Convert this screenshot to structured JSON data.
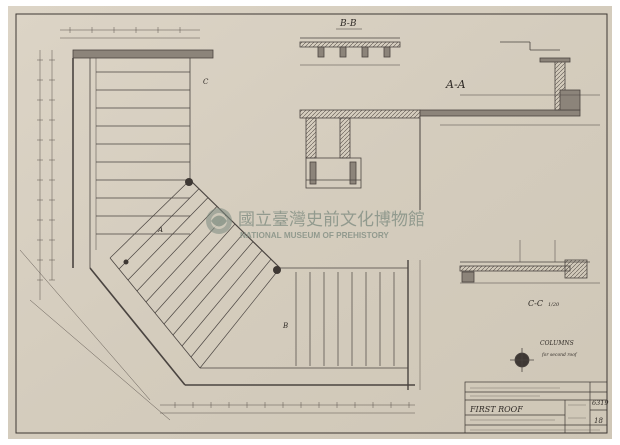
{
  "labels": {
    "section_bb": "B-B",
    "section_aa": "A-A",
    "section_cc": "C-C",
    "cc_scale": "1/20",
    "column_note": "COLUMNS",
    "column_sub": "for second roof",
    "sheet_title": "FIRST ROOF",
    "sheet_number": "6319",
    "sheet_index": "18",
    "section_mark_b": "B",
    "section_mark_c": "C",
    "section_mark_a": "A"
  },
  "watermark": {
    "cn": "國立臺灣史前文化博物館",
    "en": "NATIONAL MUSEUM OF PREHISTORY",
    "color": "#7c8a7f"
  },
  "colors": {
    "paper": "#d7cfc1",
    "ink": "#4a4440",
    "frame": "#3e3834"
  }
}
